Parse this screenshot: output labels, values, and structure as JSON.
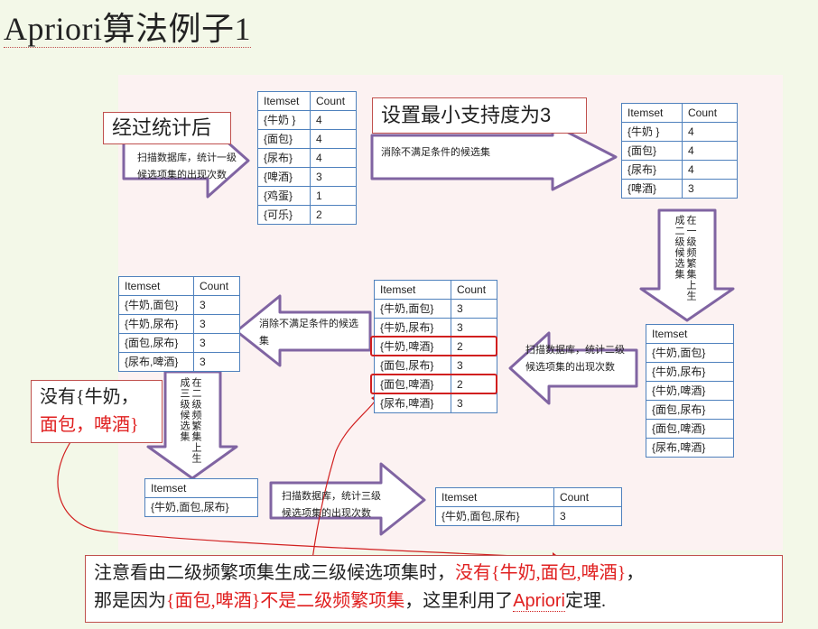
{
  "title": "Apriori算法例子1",
  "labels": {
    "after_stats": "经过统计后",
    "min_support": "设置最小支持度为3",
    "scan_c1": "扫描数据库，统计一级候选项集的出现次数",
    "prune_c1": "消除不满足条件的候选集",
    "gen_c2": "在一级频繁集上生成二级候选集",
    "scan_c2": "扫描数据库，统计二级候选项集的出现次数",
    "prune_c2": "消除不满足条件的候选集",
    "gen_c3": "在二级频繁集上生成三级候选集",
    "scan_c3": "扫描数据库，统计三级候选项集的出现次数"
  },
  "note_box": {
    "l1": "没有{牛奶，",
    "l2": "面包，啤酒}"
  },
  "bottom_note": {
    "p1": "注意看由二级频繁项集生成三级候选项集时，",
    "p2": "没有{牛奶,面包,啤酒}",
    "p3": "，",
    "p4": "那是因为",
    "p5": "{面包,啤酒}不是二级频繁项集",
    "p6": "，这里利用了",
    "p7": "Apriori",
    "p8": "定理."
  },
  "tables": {
    "c1": {
      "h1": "Itemset",
      "h2": "Count",
      "rows": [
        {
          "i": "{牛奶 }",
          "c": "4"
        },
        {
          "i": "{面包}",
          "c": "4"
        },
        {
          "i": "{尿布}",
          "c": "4"
        },
        {
          "i": "{啤酒}",
          "c": "3"
        },
        {
          "i": "{鸡蛋}",
          "c": "1"
        },
        {
          "i": "{可乐}",
          "c": "2"
        }
      ]
    },
    "l1": {
      "h1": "Itemset",
      "h2": "Count",
      "rows": [
        {
          "i": "{牛奶 }",
          "c": "4"
        },
        {
          "i": "{面包}",
          "c": "4"
        },
        {
          "i": "{尿布}",
          "c": "4"
        },
        {
          "i": "{啤酒}",
          "c": "3"
        }
      ]
    },
    "c2gen": {
      "h1": "Itemset",
      "rows": [
        {
          "i": "{牛奶,面包}"
        },
        {
          "i": "{牛奶,尿布}"
        },
        {
          "i": "{牛奶,啤酒}"
        },
        {
          "i": "{面包,尿布}"
        },
        {
          "i": "{面包,啤酒}"
        },
        {
          "i": "{尿布,啤酒}"
        }
      ]
    },
    "c2": {
      "h1": "Itemset",
      "h2": "Count",
      "rows": [
        {
          "i": "{牛奶,面包}",
          "c": "3"
        },
        {
          "i": "{牛奶,尿布}",
          "c": "3"
        },
        {
          "i": "{牛奶,啤酒}",
          "c": "2"
        },
        {
          "i": "{面包,尿布}",
          "c": "3"
        },
        {
          "i": "{面包,啤酒}",
          "c": "2"
        },
        {
          "i": "{尿布,啤酒}",
          "c": "3"
        }
      ]
    },
    "l2": {
      "h1": "Itemset",
      "h2": "Count",
      "rows": [
        {
          "i": "{牛奶,面包}",
          "c": "3"
        },
        {
          "i": "{牛奶,尿布}",
          "c": "3"
        },
        {
          "i": "{面包,尿布}",
          "c": "3"
        },
        {
          "i": "{尿布,啤酒}",
          "c": "3"
        }
      ]
    },
    "c3gen": {
      "h1": "Itemset",
      "rows": [
        {
          "i": "{牛奶,面包,尿布}"
        }
      ]
    },
    "c3": {
      "h1": "Itemset",
      "h2": "Count",
      "rows": [
        {
          "i": "{牛奶,面包,尿布}",
          "c": "3"
        }
      ]
    }
  },
  "colors": {
    "arrow_stroke": "#8064a2",
    "table_border": "#4f81bd",
    "highlight": "#d11f1f",
    "accent_text": "#e02020"
  }
}
